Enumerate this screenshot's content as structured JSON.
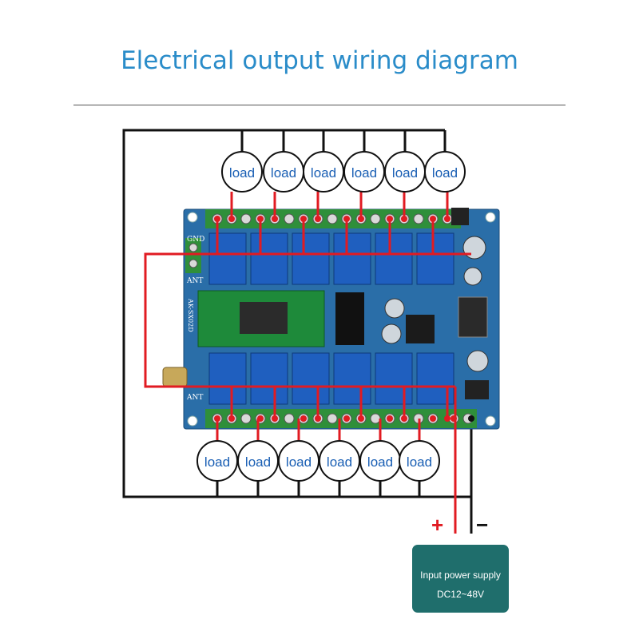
{
  "title": "Electrical output wiring diagram",
  "loads": {
    "top": [
      "load",
      "load",
      "load",
      "load",
      "load",
      "load"
    ],
    "bottom": [
      "load",
      "load",
      "load",
      "load",
      "load",
      "load"
    ]
  },
  "board_labels": {
    "gnd": "GND",
    "ant_top": "ANT",
    "ant_bottom": "ANT",
    "model": "AK-SX02D"
  },
  "power": {
    "plus": "+",
    "minus": "−",
    "line1": "Input power supply",
    "line2": "DC12~48V"
  },
  "colors": {
    "title": "#2a8cc9",
    "load_text": "#1a5fb4",
    "board": "#2a6ea8",
    "relay": "#1f5fbf",
    "red_wire": "#e11b22",
    "black_wire": "#111111",
    "psu": "#1f6e6c"
  }
}
